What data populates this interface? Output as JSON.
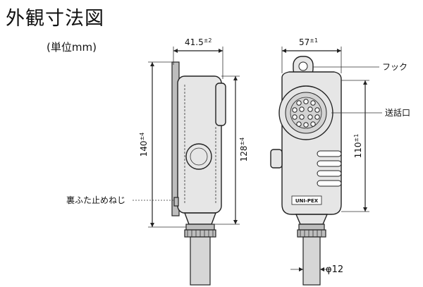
{
  "title": "外観寸法図",
  "unit": "(単位mm)",
  "labels": {
    "width_side": "41.5",
    "width_side_tol": "±2",
    "width_front": "57",
    "width_front_tol": "±1",
    "height_total": "140",
    "height_total_tol": "±4",
    "height_body": "128",
    "height_body_tol": "±4",
    "height_front": "110",
    "height_front_tol": "±1",
    "hook": "フック",
    "mouthpiece": "送話口",
    "back_screw": "裏ふた止めねじ",
    "cable_dia": "φ12",
    "brand": "UNI-PEX"
  }
}
